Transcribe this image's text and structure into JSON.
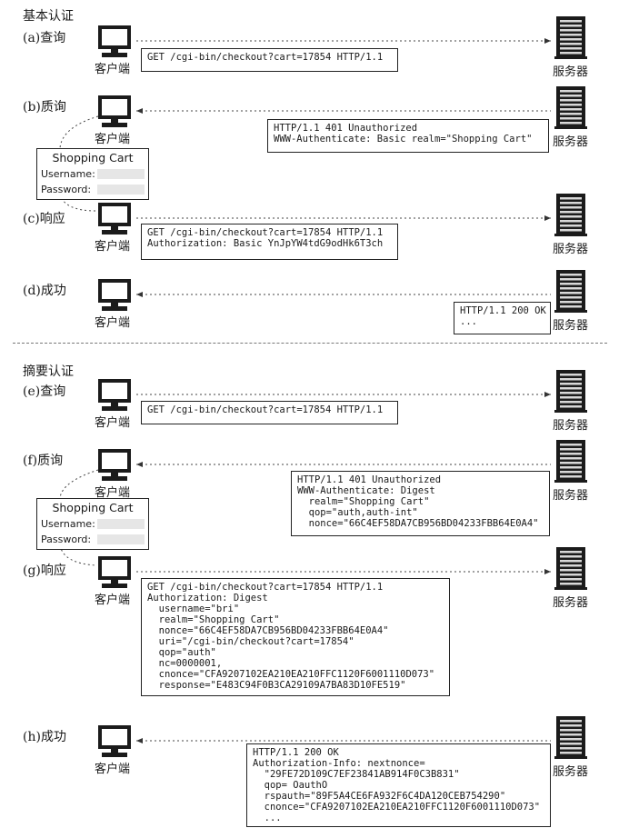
{
  "sections": {
    "basic": "基本认证",
    "digest": "摘要认证"
  },
  "labels": {
    "client": "客户端",
    "server": "服务器"
  },
  "icons": {
    "client": "computer-icon",
    "server": "server-rack-icon"
  },
  "steps": [
    {
      "id": "a",
      "label": "(a)查询",
      "lines": [
        "GET /cgi-bin/checkout?cart=17854 HTTP/1.1"
      ]
    },
    {
      "id": "b",
      "label": "(b)质询",
      "lines": [
        "HTTP/1.1 401 Unauthorized",
        "WWW-Authenticate: Basic realm=\"Shopping Cart\""
      ]
    },
    {
      "id": "c",
      "label": "(c)响应",
      "lines": [
        "GET /cgi-bin/checkout?cart=17854 HTTP/1.1",
        "Authorization: Basic YnJpYW4tdG9odHk6T3ch"
      ]
    },
    {
      "id": "d",
      "label": "(d)成功",
      "lines": [
        "HTTP/1.1 200 OK",
        "..."
      ]
    },
    {
      "id": "e",
      "label": "(e)查询",
      "lines": [
        "GET /cgi-bin/checkout?cart=17854 HTTP/1.1"
      ]
    },
    {
      "id": "f",
      "label": "(f)质询",
      "lines": [
        "HTTP/1.1 401 Unauthorized",
        "WWW-Authenticate: Digest",
        "  realm=\"Shopping Cart\"",
        "  qop=\"auth,auth-int\"",
        "  nonce=\"66C4EF58DA7CB956BD04233FBB64E0A4\""
      ]
    },
    {
      "id": "g",
      "label": "(g)响应",
      "lines": [
        "GET /cgi-bin/checkout?cart=17854 HTTP/1.1",
        "Authorization: Digest",
        "  username=\"bri\"",
        "  realm=\"Shopping Cart\"",
        "  nonce=\"66C4EF58DA7CB956BD04233FBB64E0A4\"",
        "  uri=\"/cgi-bin/checkout?cart=17854\"",
        "  qop=\"auth\"",
        "  nc=0000001,",
        "  cnonce=\"CFA9207102EA210EA210FFC1120F6001110D073\"",
        "  response=\"E483C94F0B3CA29109A7BA83D10FE519\""
      ]
    },
    {
      "id": "h",
      "label": "(h)成功",
      "lines": [
        "HTTP/1.1 200 OK",
        "Authorization-Info: nextnonce=",
        "  \"29FE72D109C7EF23841AB914F0C3B831\"",
        "  qop= OauthO",
        "  rspauth=\"89F5A4CE6FA932F6C4DA120CEB754290\"",
        "  cnonce=\"CFA9207102EA210EA210FFC1120F6001110D073\"",
        "  ..."
      ]
    }
  ],
  "carts": [
    {
      "id": "basic",
      "title": "Shopping Cart",
      "username_label": "Username:",
      "password_label": "Password:"
    },
    {
      "id": "digest",
      "title": "Shopping Cart",
      "username_label": "Username:",
      "password_label": "Password:"
    }
  ]
}
